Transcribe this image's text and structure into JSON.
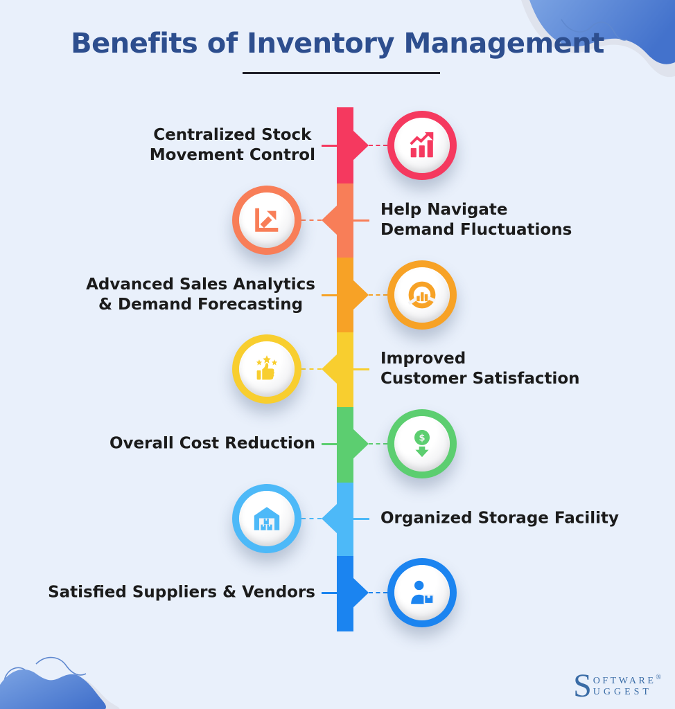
{
  "title": "Benefits of Inventory Management",
  "items": [
    {
      "label": "Centralized Stock\nMovement Control",
      "icon": "bar-chart-growth-icon",
      "color": "#F5395F",
      "text_side": "left"
    },
    {
      "label": "Help Navigate\nDemand Fluctuations",
      "icon": "trend-arrow-icon",
      "color": "#F87E58",
      "text_side": "right"
    },
    {
      "label": "Advanced Sales Analytics\n& Demand Forecasting",
      "icon": "pie-chart-analytics-icon",
      "color": "#F7A226",
      "text_side": "left"
    },
    {
      "label": "Improved\nCustomer Satisfaction",
      "icon": "thumbs-up-stars-icon",
      "color": "#F8CE2F",
      "text_side": "right"
    },
    {
      "label": "Overall Cost Reduction",
      "icon": "dollar-down-icon",
      "color": "#5CCE70",
      "text_side": "left"
    },
    {
      "label": "Organized Storage Facility",
      "icon": "warehouse-icon",
      "color": "#4DB9F8",
      "text_side": "right"
    },
    {
      "label": "Satisfied Suppliers & Vendors",
      "icon": "supplier-box-icon",
      "color": "#1B84F0",
      "text_side": "left"
    }
  ],
  "logo": {
    "s": "S",
    "top": "OFTWARE",
    "bottom": "UGGEST",
    "reg": "®"
  },
  "palette": {
    "background": "#E9F0FB",
    "title": "#2D4E8E",
    "label": "#1B1B1B",
    "underline": "#20202A",
    "wave_light": "#7BA3E3",
    "wave_dark": "#4372CC",
    "wave_outline": "#5F88CF",
    "wave_shadow": "#DFE3ED",
    "logo": "#3A6CA6"
  }
}
